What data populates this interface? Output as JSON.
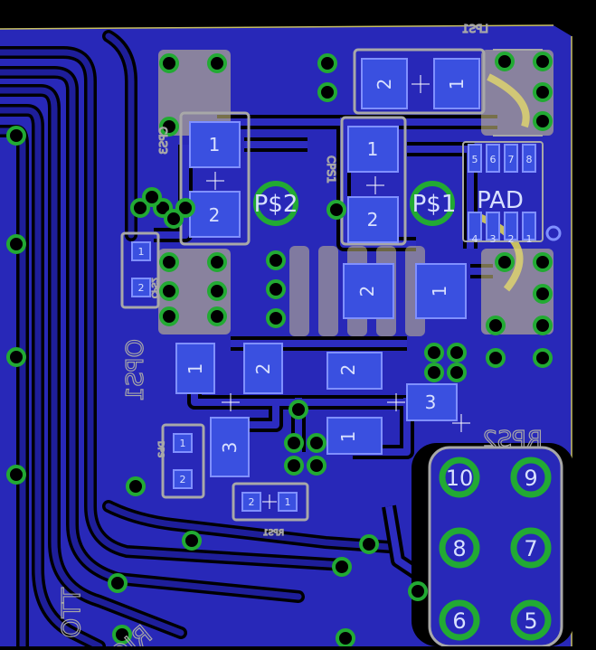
{
  "board": {
    "pad_labels": {
      "ps2": "P$2",
      "ps1": "P$1",
      "pad": "PAD"
    },
    "part_names": {
      "lps1": "LPS1",
      "cps1": "CPS1",
      "ops1": "OPS1",
      "rps2": "RPS2",
      "rps1": "RPS1",
      "cps3": "CPS3",
      "cps2": "CPS2",
      "dps": "DPS",
      "tto": "TTO",
      "rio": "RIO"
    },
    "pin_numbers": {
      "one": "1",
      "two": "2",
      "three": "3",
      "four": "4",
      "five": "5",
      "six": "6",
      "seven": "7",
      "eight": "8",
      "nine": "9",
      "ten": "10"
    },
    "colors": {
      "background": "#000000",
      "copper_fill": "#2828b8",
      "trace": "#1a1a8a",
      "clearance": "#000000",
      "pad": "#3a50e0",
      "pad_outline": "#8090ff",
      "via": "#22aa33",
      "silk": "#a8a8a8",
      "pad_label": "#d8e0ff",
      "mask": "#d8cc88"
    }
  }
}
